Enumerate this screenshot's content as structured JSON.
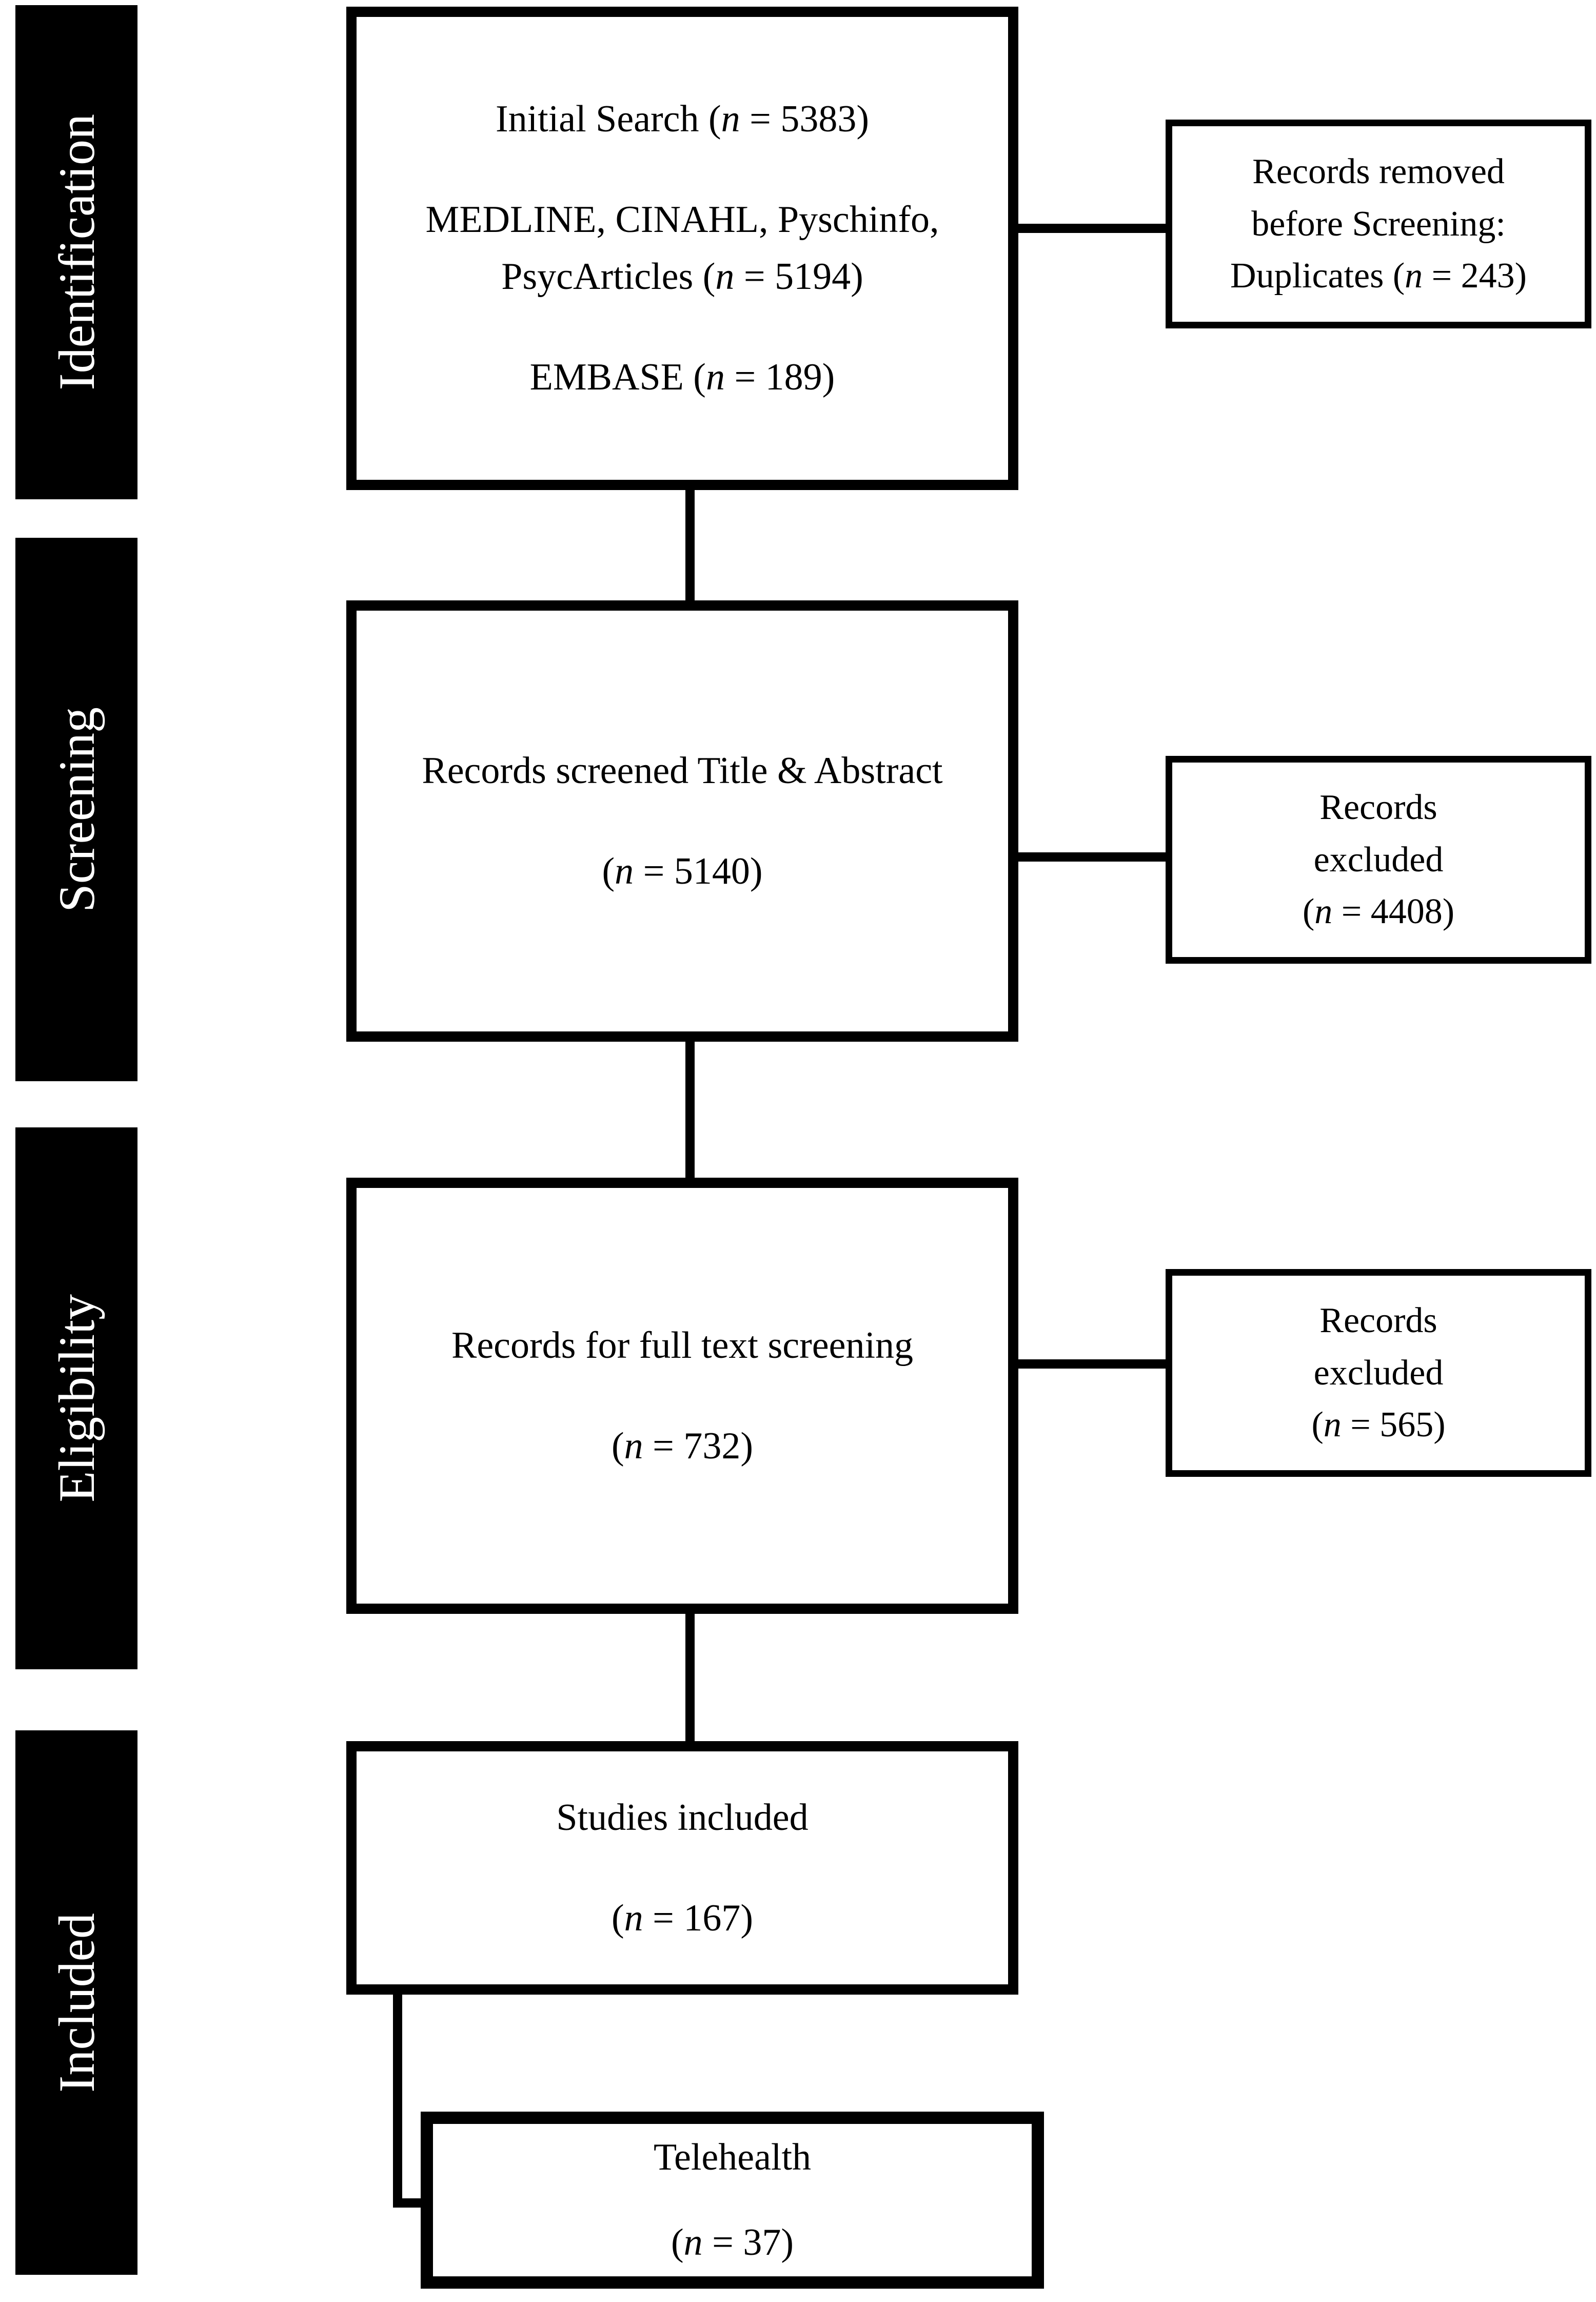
{
  "sidebar": {
    "stages": [
      {
        "id": "identification",
        "label": "Identification"
      },
      {
        "id": "screening",
        "label": "Screening"
      },
      {
        "id": "eligibility",
        "label": "Eligibility"
      },
      {
        "id": "included",
        "label": "Included"
      }
    ]
  },
  "flow": {
    "main_boxes": [
      {
        "id": "initial-search",
        "paragraphs": [
          "Initial Search (n = 5383)",
          "MEDLINE, CINAHL, Pyschinfo, PsycArticles (n = 5194)",
          "EMBASE (n = 189)"
        ]
      },
      {
        "id": "records-screened",
        "paragraphs": [
          "Records screened Title & Abstract",
          "(n = 5140)"
        ]
      },
      {
        "id": "full-text-screening",
        "paragraphs": [
          "Records for full text screening",
          "(n = 732)"
        ]
      },
      {
        "id": "studies-included",
        "paragraphs": [
          "Studies included",
          "(n = 167)"
        ]
      },
      {
        "id": "telehealth",
        "paragraphs": [
          "Telehealth",
          "(n = 37)"
        ]
      }
    ],
    "side_boxes": [
      {
        "id": "records-removed-duplicates",
        "lines": [
          "Records removed",
          "before Screening:",
          "Duplicates (n = 243)"
        ]
      },
      {
        "id": "records-excluded-screening",
        "lines": [
          "Records",
          "excluded",
          "(n = 4408)"
        ]
      },
      {
        "id": "records-excluded-fulltext",
        "lines": [
          "Records",
          "excluded",
          "(n = 565)"
        ]
      }
    ]
  },
  "colors": {
    "background": "#ffffff",
    "box_border": "#000000",
    "bar_fill": "#000000",
    "bar_text": "#ffffff",
    "text": "#000000"
  }
}
